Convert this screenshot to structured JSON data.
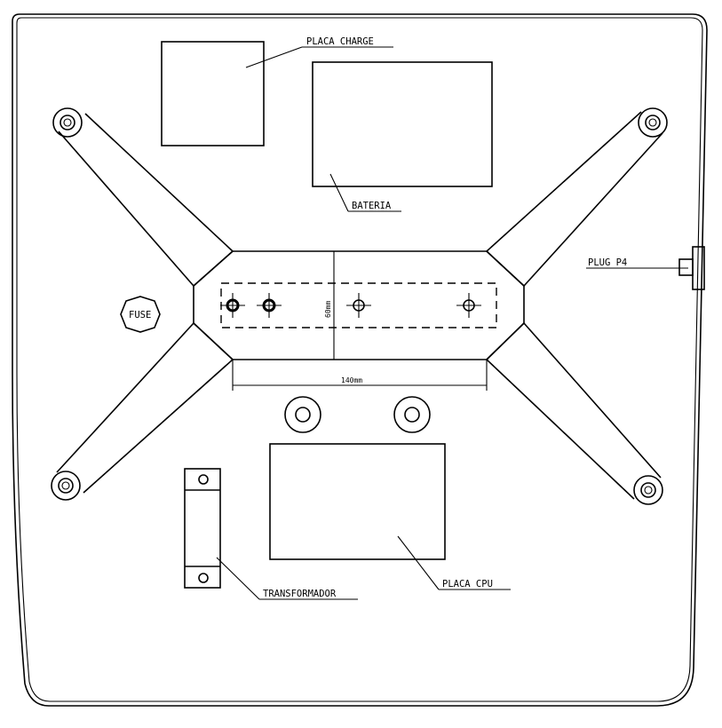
{
  "labels": {
    "placa_charge": "PLACA CHARGE",
    "bateria": "BATERIA",
    "plug": "PLUG P4",
    "fuse": "FUSE",
    "transformador": "TRANSFORMADOR",
    "placa_cpu": "PLACA CPU"
  },
  "dimensions": {
    "width": "140mm",
    "height": "60mm"
  }
}
